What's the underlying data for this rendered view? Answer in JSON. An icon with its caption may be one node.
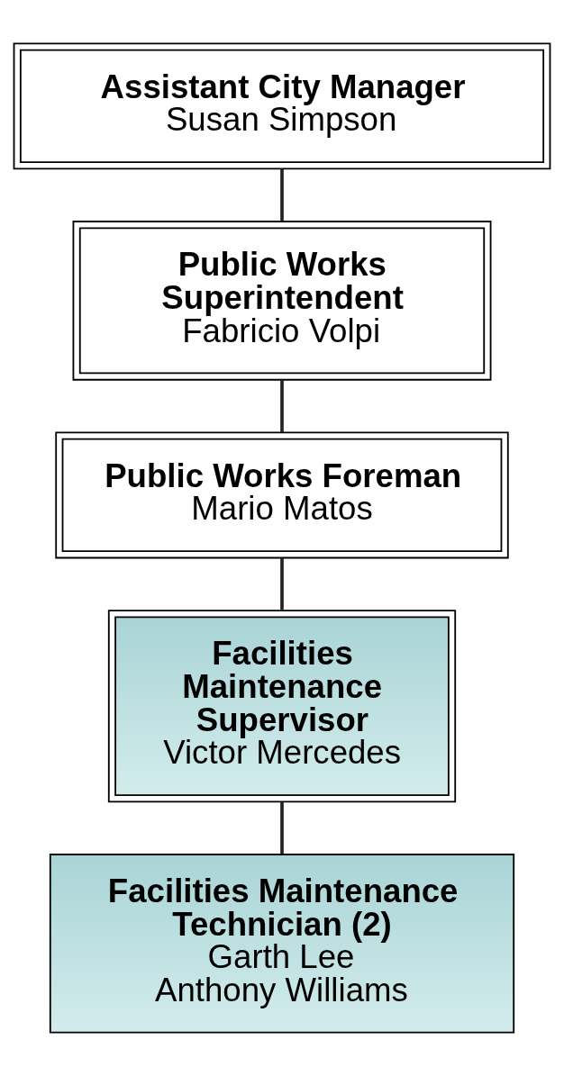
{
  "diagram": {
    "nodes": [
      {
        "text": [
          "Assistant City Manager",
          "Susan Simpson"
        ]
      },
      {
        "text": [
          "Public Works Superintendent",
          "Fabricio Volpi"
        ]
      },
      {
        "text": [
          "Public Works Foreman",
          "Mario Matos"
        ]
      },
      {
        "text": [
          "Facilities Maintenance Supervisor",
          "Victor Mercedes"
        ]
      },
      {
        "text": [
          "Facilities Maintenance Technician (2)",
          "Garth Lee",
          "Anthony Williams"
        ]
      }
    ],
    "edges": [
      {
        "from": 0,
        "to": 1,
        "arrow": "none"
      },
      {
        "from": 1,
        "to": 2,
        "arrow": "none"
      },
      {
        "from": 2,
        "to": 3,
        "arrow": "none"
      },
      {
        "from": 3,
        "to": 4,
        "arrow": "none"
      }
    ]
  }
}
